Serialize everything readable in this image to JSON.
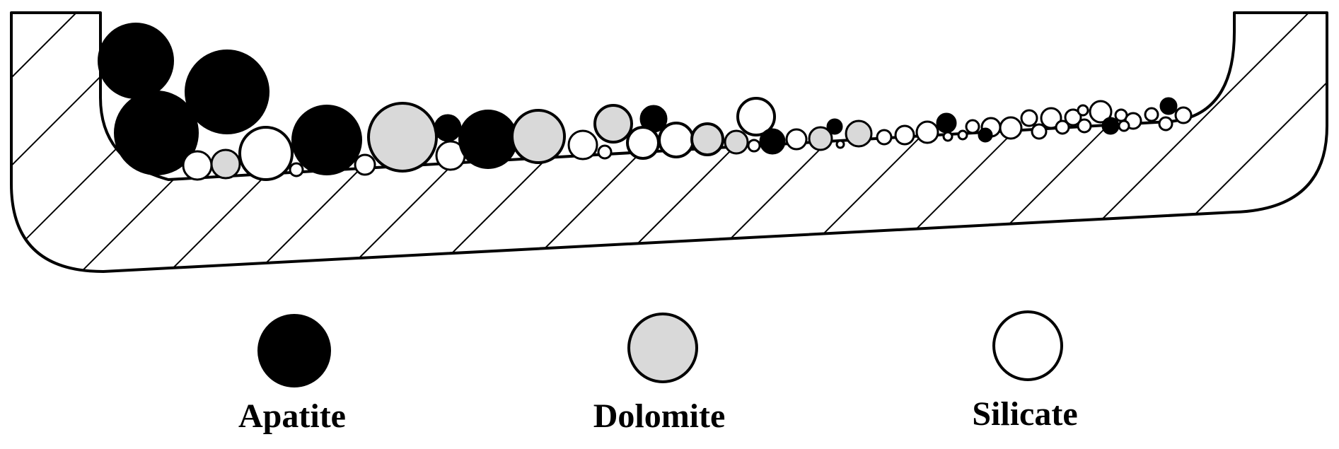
{
  "legend": {
    "apatite": {
      "label": "Apatite",
      "fill": "#000000"
    },
    "dolomite": {
      "label": "Dolomite",
      "fill": "#d9d9d9"
    },
    "silicate": {
      "label": "Silicate",
      "fill": "#ffffff"
    }
  },
  "colors": {
    "stroke": "#000000",
    "background": "#ffffff",
    "hatch": "#000000"
  }
}
